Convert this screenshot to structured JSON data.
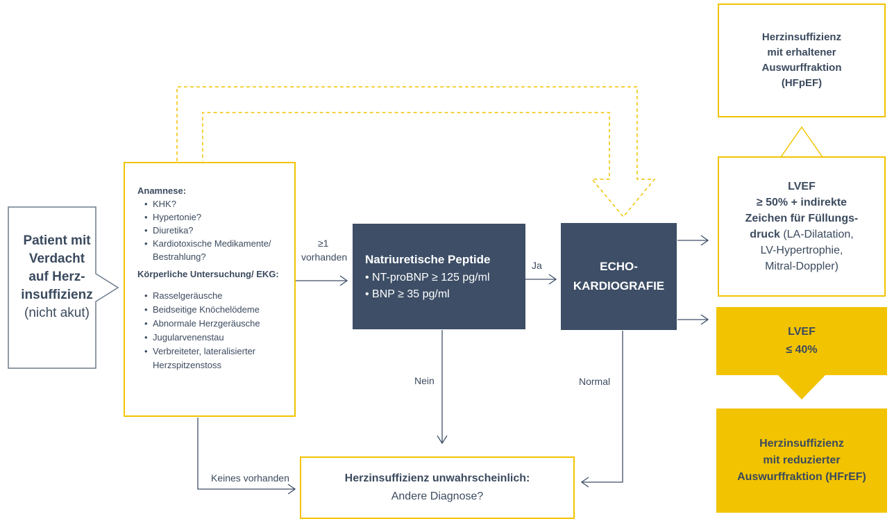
{
  "patient": {
    "line1": "Patient mit",
    "line2": "Verdacht",
    "line3": "auf Herz-",
    "line4": "insuffizienz",
    "line5": "(nicht akut)"
  },
  "anamnese": {
    "title": "Anamnese:",
    "items": [
      "KHK?",
      "Hypertonie?",
      "Diuretika?",
      "Kardiotoxische Medikamente/ Bestrahlung?"
    ],
    "exam_title": "Körperliche Untersuchung/ EKG:",
    "exam_items": [
      "Rasselgeräusche",
      "Beidseitige Knöchelödeme",
      "Abnormale Herzgeräusche",
      "Jugularvenenstau",
      "Verbreiteter, lateralisierter Herzspitzenstoss"
    ]
  },
  "edges": {
    "present": "≥1",
    "present2": "vorhanden",
    "none_present": "Keines vorhanden",
    "yes": "Ja",
    "no": "Nein",
    "normal": "Normal"
  },
  "peptides": {
    "title": "Natriuretische Peptide",
    "item1": "NT-proBNP ≥ 125 pg/ml",
    "item2": "BNP ≥ 35 pg/ml"
  },
  "echo": {
    "line1": "ECHO-",
    "line2": "KARDIOGRAFIE"
  },
  "unlikely": {
    "title": "Herzinsuffizienz unwahrscheinlich:",
    "subtitle": "Andere Diagnose?"
  },
  "hfpef": {
    "line1": "Herzinsuffizienz",
    "line2": "mit erhaltener",
    "line3": "Auswurffraktion",
    "line4": "(HFpEF)"
  },
  "lvef_preserved": {
    "line1": "LVEF",
    "line2": "≥ 50% + indirekte",
    "line3": "Zeichen für Füllungs-",
    "line4a": "druck",
    "line4b": " (LA-Dilatation,",
    "line5": "LV-Hypertrophie,",
    "line6": "Mitral-Doppler)"
  },
  "lvef_reduced": {
    "line1": "LVEF",
    "line2": "≤ 40%"
  },
  "hfref": {
    "line1": "Herzinsuffizienz",
    "line2": "mit reduzierter",
    "line3": "Auswurffraktion (HFrEF)"
  },
  "colors": {
    "yellow": "#f2c300",
    "navy": "#3d4e66",
    "text": "#3b4a5e",
    "outline": "#6b7a8c"
  }
}
